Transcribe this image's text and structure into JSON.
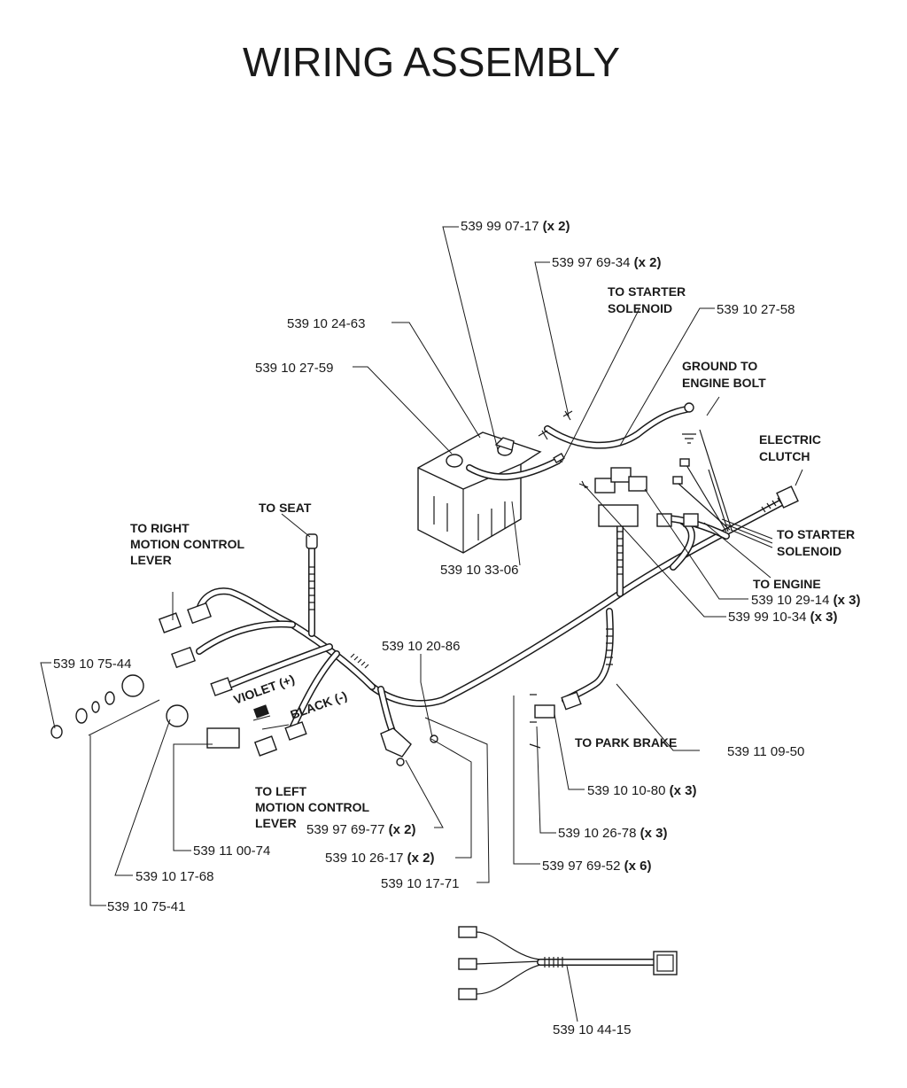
{
  "title": "WIRING ASSEMBLY",
  "parts": {
    "p_99_07_17": {
      "number": "539 99 07-17",
      "qty": "(x 2)"
    },
    "p_97_69_34_top": {
      "number": "539 97 69-34",
      "qty": "(x 2)"
    },
    "p_10_24_63": {
      "number": "539 10 24-63"
    },
    "p_10_27_58": {
      "number": "539 10 27-58"
    },
    "p_10_27_59": {
      "number": "539 10 27-59"
    },
    "p_10_33_06": {
      "number": "539 10 33-06"
    },
    "p_10_29_14": {
      "number": "539 10 29-14",
      "qty": "(x 3)"
    },
    "p_99_10_34": {
      "number": "539 99 10-34",
      "qty": "(x 3)"
    },
    "p_10_75_44": {
      "number": "539 10 75-44"
    },
    "p_10_20_86": {
      "number": "539 10 20-86"
    },
    "p_11_09_50": {
      "number": "539 11 09-50"
    },
    "p_10_10_80": {
      "number": "539 10 10-80",
      "qty": "(x 3)"
    },
    "p_97_69_77": {
      "number": "539 97 69-77",
      "qty": "(x 2)"
    },
    "p_10_26_78": {
      "number": "539 10 26-78",
      "qty": "(x 3)"
    },
    "p_11_00_74": {
      "number": "539 11 00-74"
    },
    "p_10_26_17": {
      "number": "539 10 26-17",
      "qty": "(x 2)"
    },
    "p_97_69_52": {
      "number": "539 97 69-52",
      "qty": "(x 6)"
    },
    "p_10_17_68": {
      "number": "539 10 17-68"
    },
    "p_10_17_71": {
      "number": "539 10 17-71"
    },
    "p_10_75_41": {
      "number": "539 10 75-41"
    },
    "p_10_44_15": {
      "number": "539 10 44-15"
    }
  },
  "notes": {
    "to_starter_solenoid_top": [
      "TO STARTER",
      "SOLENOID"
    ],
    "ground_to_engine_bolt": [
      "GROUND TO",
      "ENGINE BOLT"
    ],
    "electric_clutch": [
      "ELECTRIC",
      "CLUTCH"
    ],
    "to_starter_solenoid_right": [
      "TO STARTER",
      "SOLENOID"
    ],
    "to_engine": "TO ENGINE",
    "to_seat": "TO SEAT",
    "to_right_motion_control_lever": [
      "TO RIGHT",
      "MOTION CONTROL",
      "LEVER"
    ],
    "to_left_motion_control_lever": [
      "TO LEFT",
      "MOTION CONTROL",
      "LEVER"
    ],
    "to_park_brake": "TO PARK BRAKE",
    "violet": "VIOLET (+)",
    "black": "BLACK (-)"
  }
}
